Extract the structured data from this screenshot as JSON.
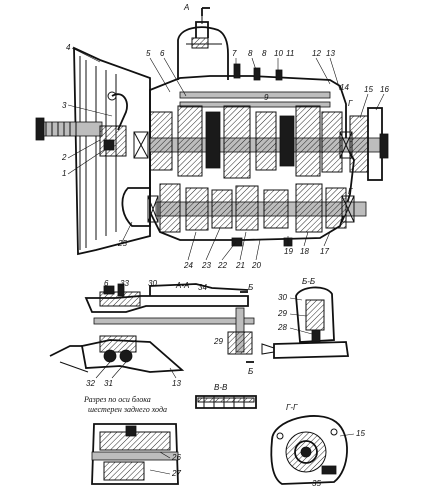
{
  "colors": {
    "ink": "#111111",
    "paper": "#ffffff",
    "fill": "#1a1a1a",
    "shade": "#bdbdbd"
  },
  "main_view": {
    "section_marker": "А",
    "callouts": {
      "c1": "1",
      "c2": "2",
      "c3": "3",
      "c4": "4",
      "c5": "5",
      "c6": "6",
      "c7": "7",
      "c8a": "8",
      "c8b": "8",
      "c9": "9",
      "c10": "10",
      "c11": "11",
      "c12": "12",
      "c13": "13",
      "c14": "14",
      "c15": "15",
      "c16": "16",
      "c17": "17",
      "c18": "18",
      "c19": "19",
      "c20": "20",
      "c21": "21",
      "c22": "22",
      "c23": "23",
      "c24": "24",
      "c25": "25"
    },
    "g_marks": {
      "g1": "Г",
      "g2": "Г"
    }
  },
  "section_aa": {
    "title": "А-А",
    "callouts": {
      "c6": "6",
      "c33": "33",
      "c30": "30",
      "c34": "34",
      "c29": "29",
      "c32": "32",
      "c31": "31",
      "c13": "13"
    },
    "b_marks": {
      "b1": "Б",
      "b2": "Б"
    }
  },
  "section_bb": {
    "title": "Б-Б",
    "callouts": {
      "c30": "30",
      "c29": "29",
      "c28": "28"
    }
  },
  "section_vv": {
    "title": "В-В"
  },
  "section_gg": {
    "title": "Г-Г",
    "callouts": {
      "c15": "15",
      "c35": "35"
    }
  },
  "reverse_section": {
    "caption_line1": "Разрез по оси блока",
    "caption_line2": "шестерен заднего хода",
    "callouts": {
      "c26": "26",
      "c27": "27"
    }
  }
}
